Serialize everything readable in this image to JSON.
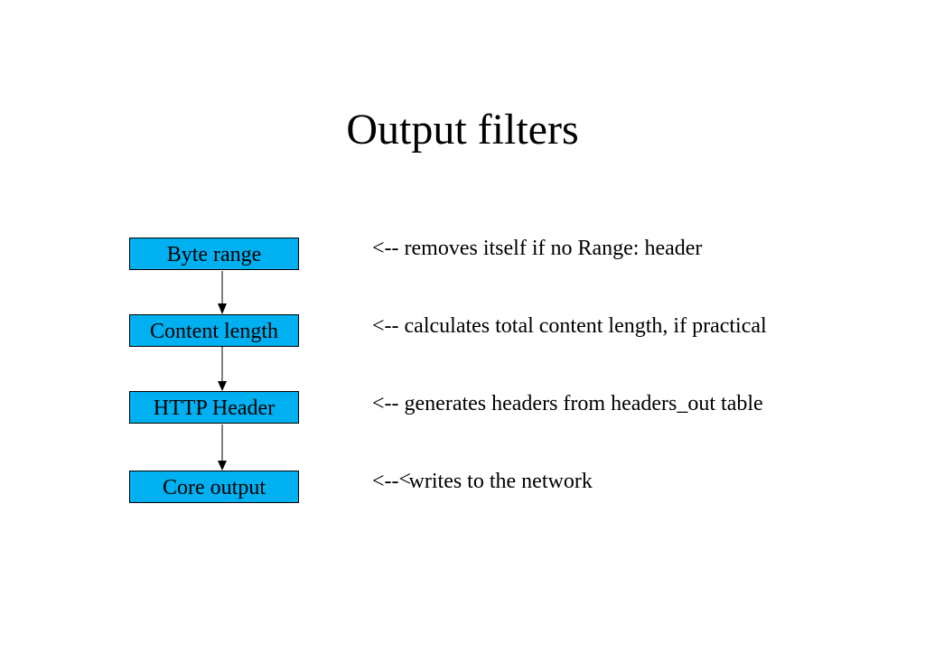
{
  "title": "Output filters",
  "colors": {
    "box_fill": "#00B0F0",
    "box_border": "#000000",
    "arrow": "#000000",
    "text": "#000000"
  },
  "filters": [
    {
      "label": "Byte range",
      "note": "<-- removes itself if no Range: header"
    },
    {
      "label": "Content length",
      "note": "<-- calculates total content length, if practical"
    },
    {
      "label": "HTTP Header",
      "note": "<-- generates headers from headers_out table"
    },
    {
      "label": "Core output",
      "note_prefix": "<--",
      "note_overlap": "<",
      "note_rest": "writes to the network"
    }
  ]
}
